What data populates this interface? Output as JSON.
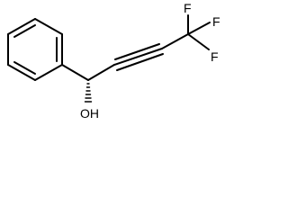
{
  "molecule": {
    "labels": {
      "f_top": "F",
      "f_right": "F",
      "f_bottom": "F",
      "oh": "OH"
    },
    "colors": {
      "bond": "#000000",
      "text": "#000000",
      "background": "#ffffff"
    }
  }
}
